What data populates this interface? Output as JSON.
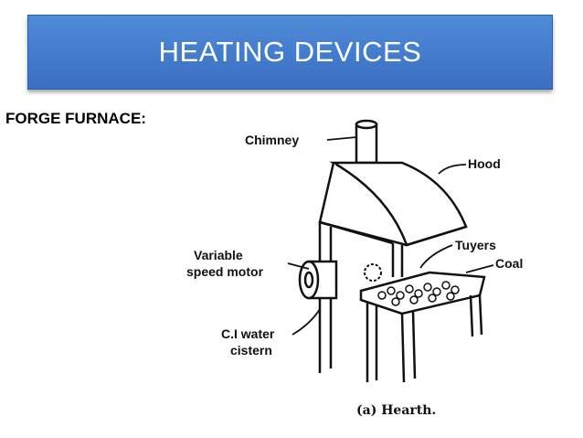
{
  "title": "HEATING DEVICES",
  "section_label": "FORGE FURNACE:",
  "diagram": {
    "labels": {
      "chimney": "Chimney",
      "hood": "Hood",
      "tuyers": "Tuyers",
      "coal": "Coal",
      "variable_line1": "Variable",
      "variable_line2": "speed motor",
      "water_line1": "C.I water",
      "water_line2": "cistern"
    },
    "caption": "(a) Hearth."
  },
  "colors": {
    "banner": "#4a83d1",
    "title_text": "#ffffff"
  }
}
